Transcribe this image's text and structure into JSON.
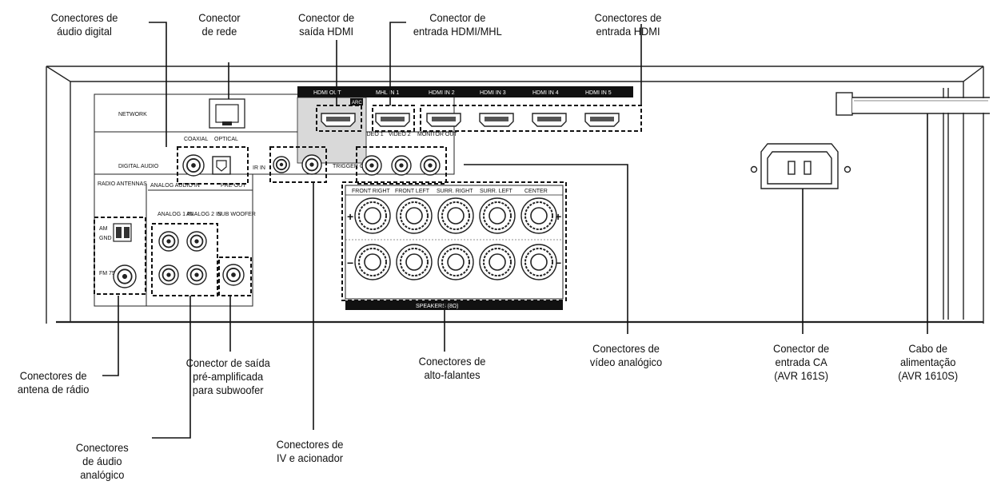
{
  "callouts": {
    "digital_audio": [
      "Conectores de",
      "áudio digital"
    ],
    "network": [
      "Conector",
      "de rede"
    ],
    "hdmi_out": [
      "Conector de",
      "saída HDMI"
    ],
    "hdmi_mhl": [
      "Conector de",
      "entrada HDMI/MHL"
    ],
    "hdmi_in": [
      "Conectores de",
      "entrada HDMI"
    ],
    "radio_antenna": [
      "Conectores de",
      "antena de rádio"
    ],
    "sub_preout": [
      "Conector de saída",
      "pré-amplificada",
      "para subwoofer"
    ],
    "analog_audio": [
      "Conectores",
      "de áudio",
      "analógico"
    ],
    "ir_trigger": [
      "Conectores de",
      "IV e acionador"
    ],
    "speakers": [
      "Conectores de",
      "alto-falantes"
    ],
    "analog_video": [
      "Conectores de",
      "vídeo analógico"
    ],
    "ac_input": [
      "Conector de",
      "entrada CA",
      "(AVR 161S)"
    ],
    "power_cord": [
      "Cabo de",
      "alimentação",
      "(AVR 1610S)"
    ]
  },
  "panel": {
    "network": "NETWORK",
    "digital_audio": "DIGITAL AUDIO",
    "coaxial": "COAXIAL",
    "optical": "OPTICAL",
    "hdmi_out": "HDMI OUT",
    "arc": "ARC",
    "hdmi_mhl_in1": "MHL IN 1",
    "hdmi_in2": "HDMI IN 2",
    "hdmi_in3": "HDMI IN 3",
    "hdmi_in4": "HDMI IN 4",
    "hdmi_in5": "HDMI IN 5",
    "ir_in": "IR IN",
    "trigger_out": "TRIGGER OUT",
    "video1": "VIDEO 1",
    "video2": "VIDEO 2",
    "monitor_out": "MONITOR OUT",
    "radio_antennas": "RADIO ANTENNAS",
    "analog_audio_in": "ANALOG AUDIO IN",
    "pre_out": "PRE-OUT",
    "analog1_in": "ANALOG 1 IN",
    "analog2_in": "ANALOG 2 IN",
    "sub_woofer": "SUB WOOFER",
    "am": "AM",
    "gnd": "GND",
    "fm": "FM 75Ω",
    "front_right": "FRONT RIGHT",
    "front_left": "FRONT LEFT",
    "surr_right": "SURR. RIGHT",
    "surr_left": "SURR. LEFT",
    "center": "CENTER",
    "speakers": "SPEAKERS (8Ω)",
    "plus": "+",
    "minus": "−"
  }
}
